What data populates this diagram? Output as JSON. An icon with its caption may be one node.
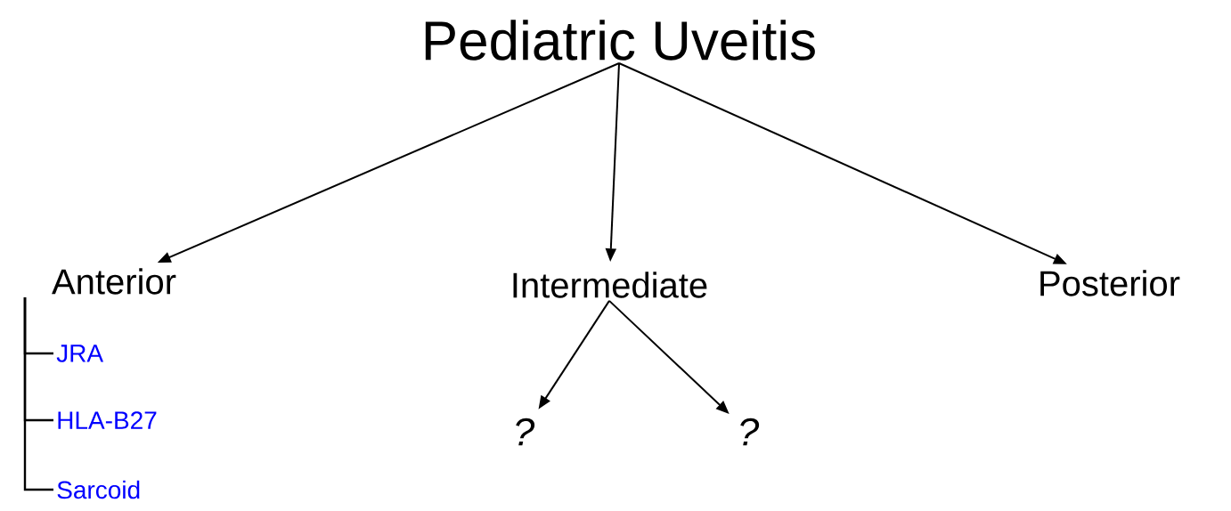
{
  "diagram": {
    "nodes": [
      {
        "text": [
          "Pediatric Uveitis"
        ]
      },
      {
        "text": [
          "Anterior"
        ]
      },
      {
        "text": [
          "Intermediate"
        ]
      },
      {
        "text": [
          "Posterior"
        ]
      },
      {
        "text": [
          "?"
        ]
      },
      {
        "text": [
          "?"
        ]
      },
      {
        "text": [
          "JRA"
        ]
      },
      {
        "text": [
          "HLA-B27"
        ]
      },
      {
        "text": [
          "Sarcoid"
        ]
      }
    ],
    "edges": [
      {
        "from": 0,
        "to": 1,
        "arrow": "to"
      },
      {
        "from": 0,
        "to": 2,
        "arrow": "to"
      },
      {
        "from": 0,
        "to": 3,
        "arrow": "to"
      },
      {
        "from": 2,
        "to": 4,
        "arrow": "to"
      },
      {
        "from": 2,
        "to": 5,
        "arrow": "to"
      },
      {
        "from": 1,
        "to": 6,
        "arrow": "none"
      },
      {
        "from": 1,
        "to": 7,
        "arrow": "none"
      },
      {
        "from": 1,
        "to": 8,
        "arrow": "none"
      }
    ]
  }
}
